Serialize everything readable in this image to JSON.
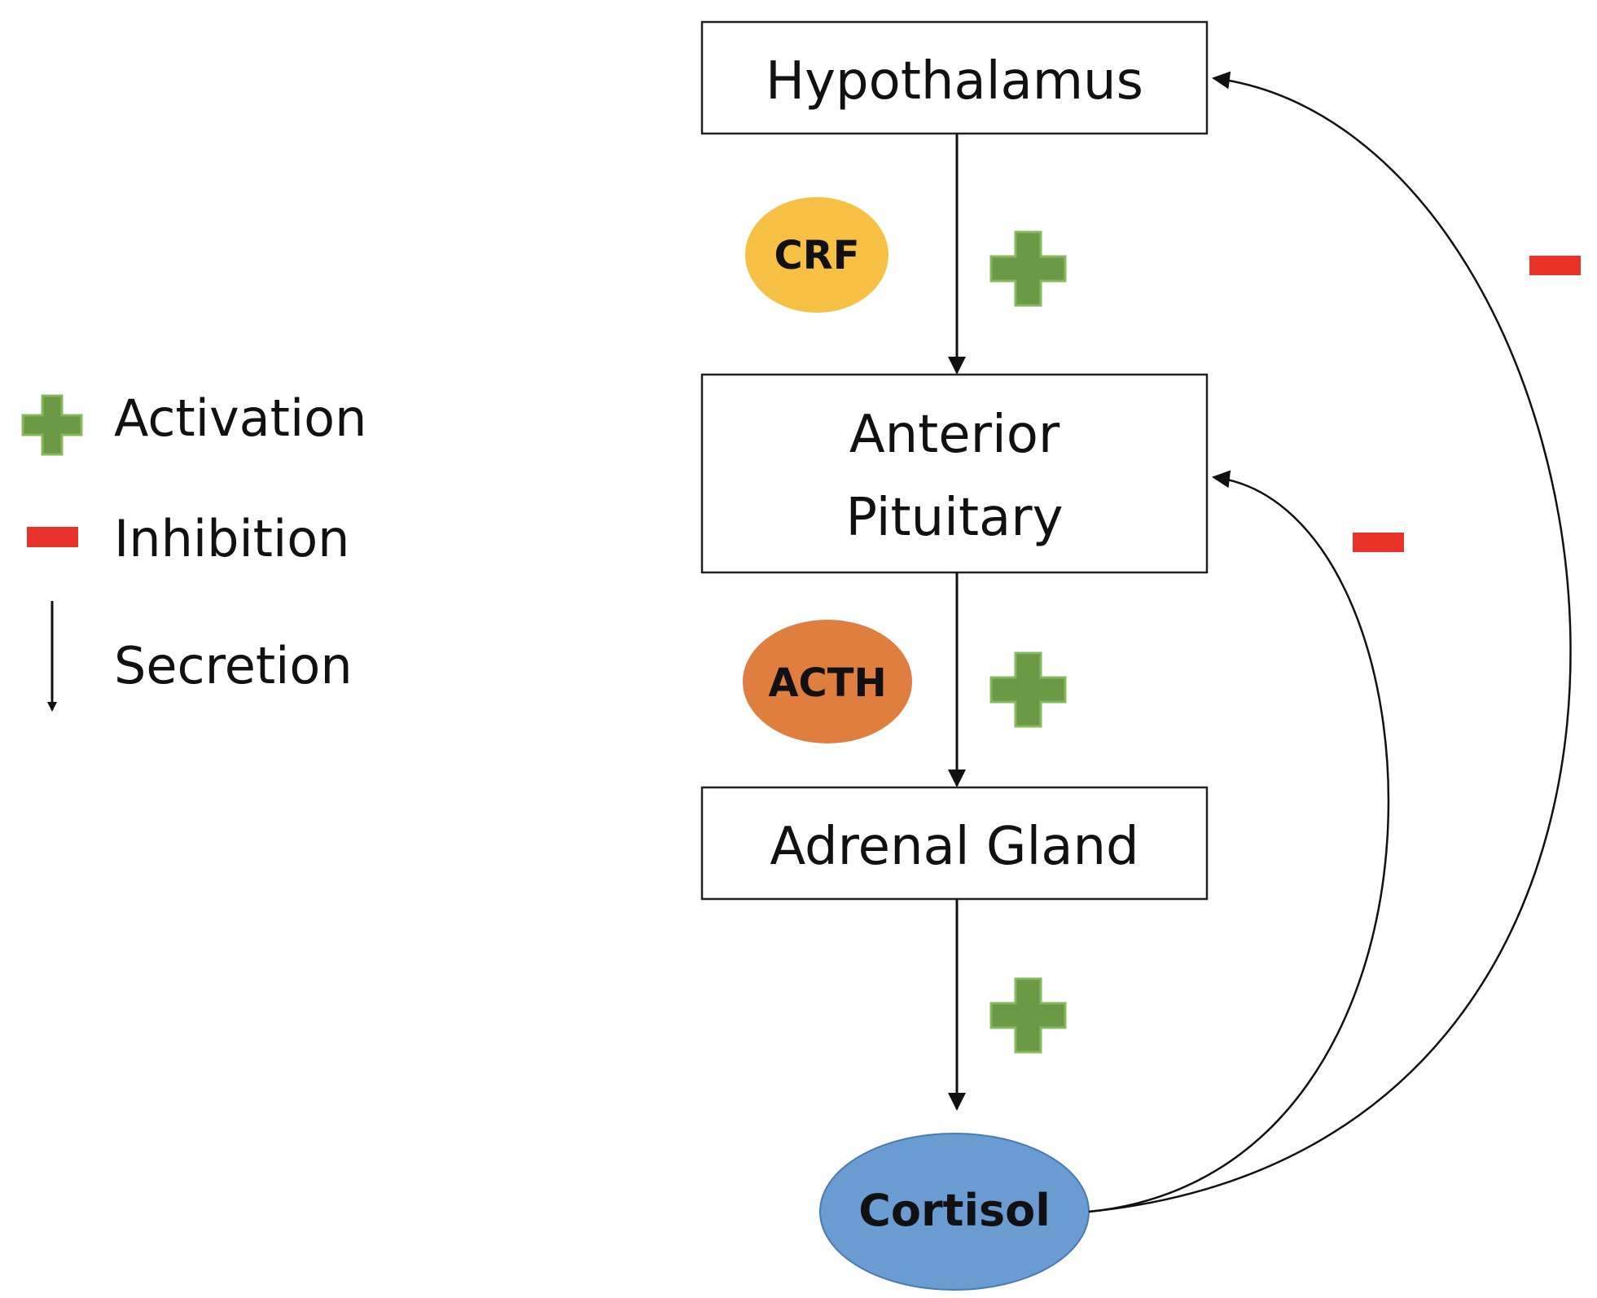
{
  "legend": {
    "activation_label": "Activation",
    "inhibition_label": "Inhibition",
    "secretion_label": "Secretion"
  },
  "nodes": {
    "hypothalamus": "Hypothalamus",
    "anterior_pituitary_line1": "Anterior",
    "anterior_pituitary_line2": "Pituitary",
    "adrenal_gland": "Adrenal Gland"
  },
  "hormones": {
    "crf": "CRF",
    "acth": "ACTH",
    "cortisol": "Cortisol"
  },
  "colors": {
    "activation_plus": "#6a9a45",
    "activation_plus_border": "#86b85e",
    "inhibition_minus": "#e8332a",
    "crf_fill": "#f5c043",
    "acth_fill": "#e07e3f",
    "cortisol_fill": "#6a9bd1"
  }
}
